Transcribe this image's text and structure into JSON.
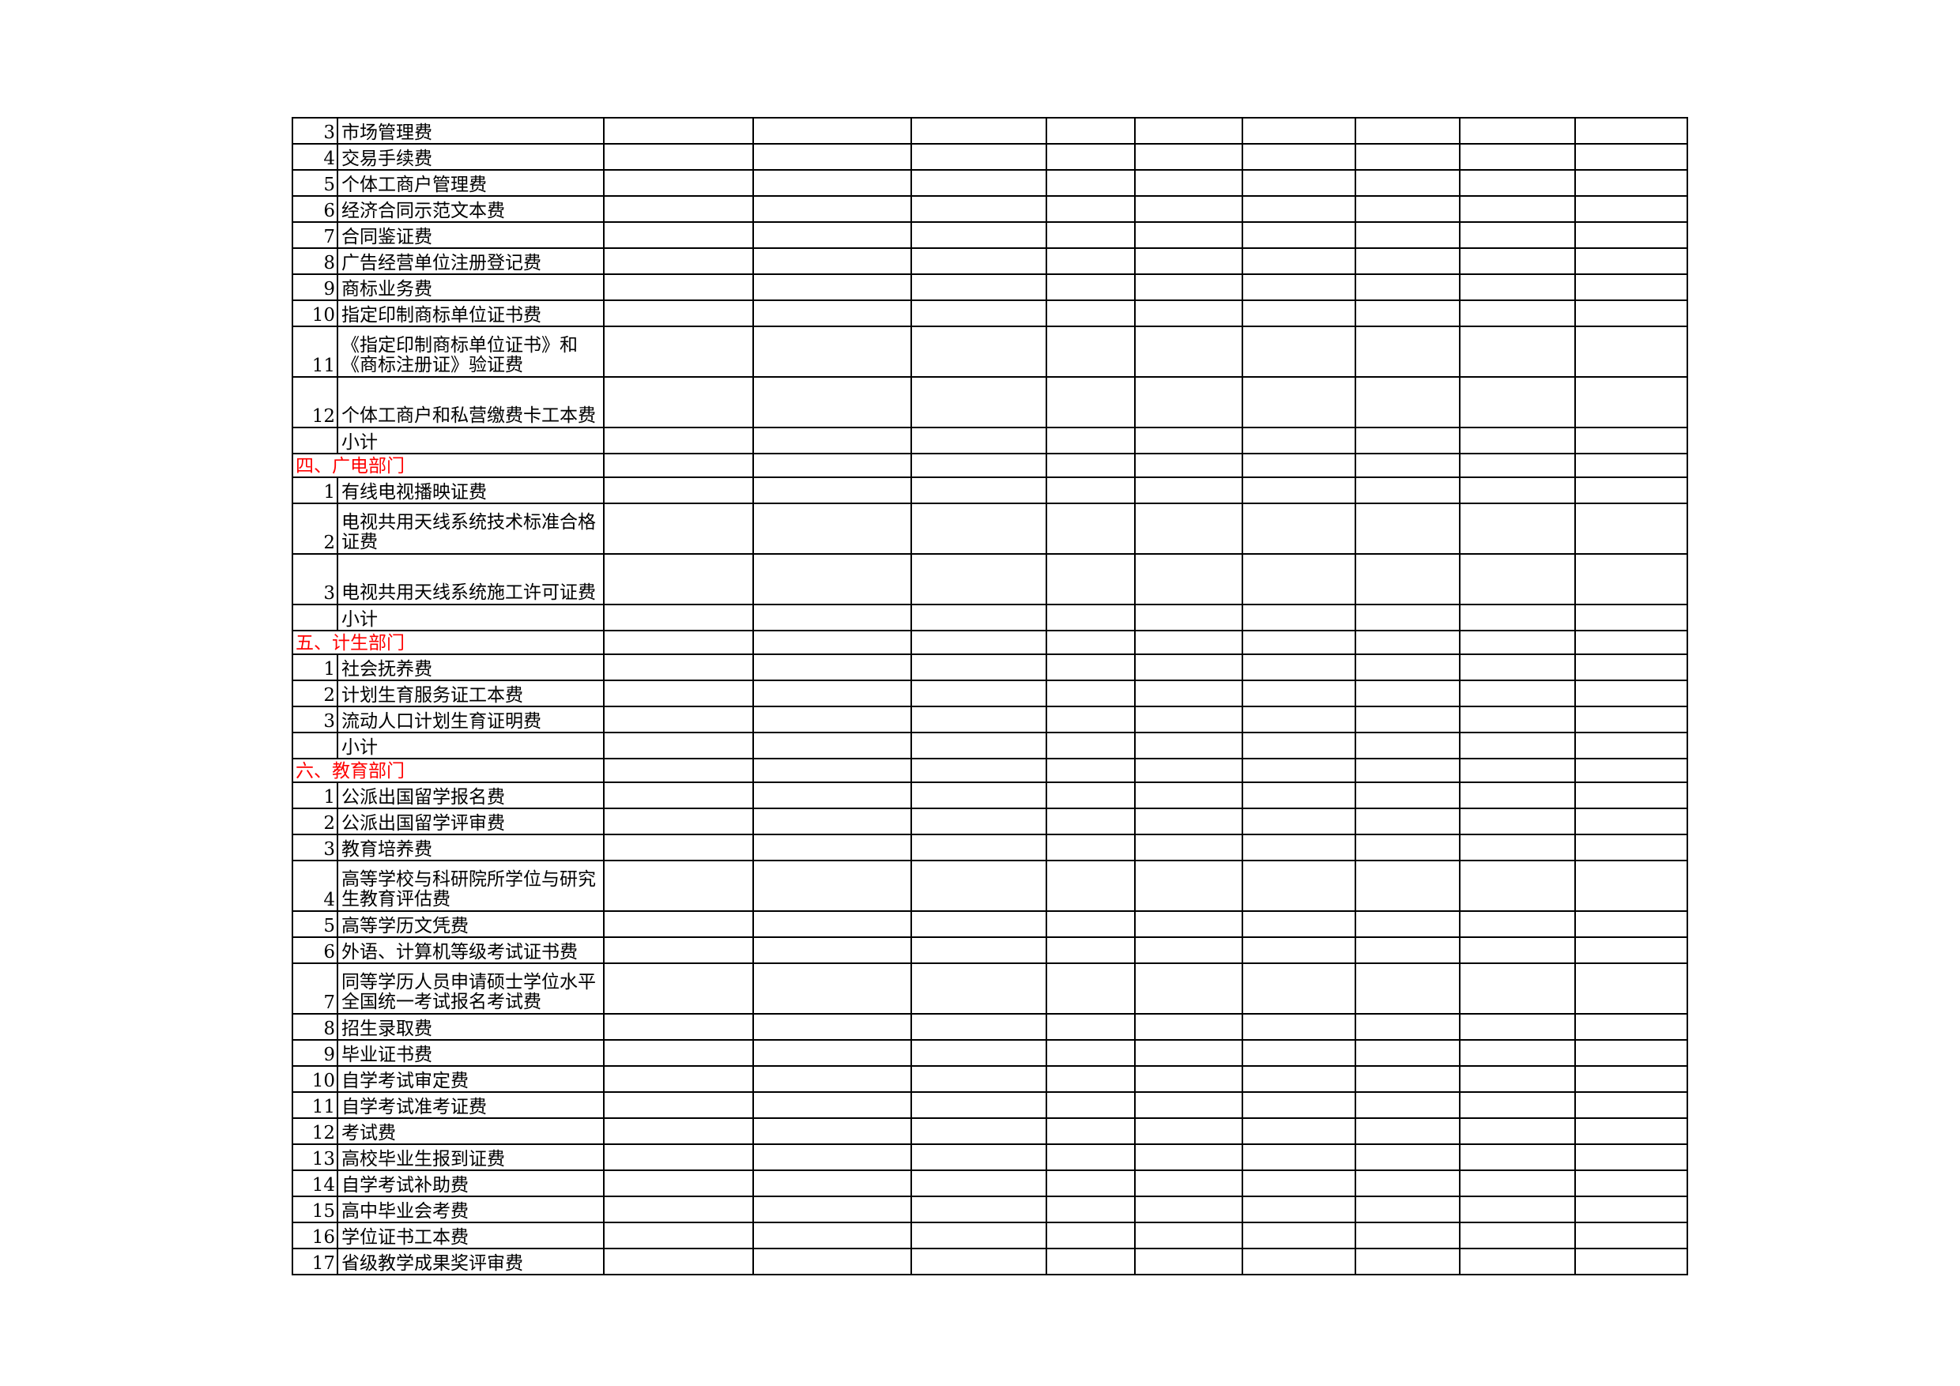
{
  "empty_column_count": 9,
  "rows": [
    {
      "type": "item",
      "no": "3",
      "name": "市场管理费"
    },
    {
      "type": "item",
      "no": "4",
      "name": "交易手续费"
    },
    {
      "type": "item",
      "no": "5",
      "name": "个体工商户管理费"
    },
    {
      "type": "item",
      "no": "6",
      "name": "经济合同示范文本费"
    },
    {
      "type": "item",
      "no": "7",
      "name": "合同鉴证费"
    },
    {
      "type": "item",
      "no": "8",
      "name": "广告经营单位注册登记费"
    },
    {
      "type": "item",
      "no": "9",
      "name": "商标业务费"
    },
    {
      "type": "item",
      "no": "10",
      "name": "指定印制商标单位证书费"
    },
    {
      "type": "item",
      "no": "11",
      "name": "《指定印制商标单位证书》和《商标注册证》验证费",
      "wrap": true
    },
    {
      "type": "item",
      "no": "12",
      "name": "个体工商户和私营缴费卡工本费",
      "wrap": true
    },
    {
      "type": "subtotal",
      "no": "",
      "name": "小计"
    },
    {
      "type": "section",
      "name": "四、广电部门"
    },
    {
      "type": "item",
      "no": "1",
      "name": "有线电视播映证费"
    },
    {
      "type": "item",
      "no": "2",
      "name": "电视共用天线系统技术标准合格证费",
      "wrap": true
    },
    {
      "type": "item",
      "no": "3",
      "name": "电视共用天线系统施工许可证费",
      "wrap": true
    },
    {
      "type": "subtotal",
      "no": "",
      "name": "小计"
    },
    {
      "type": "section",
      "name": "五、计生部门"
    },
    {
      "type": "item",
      "no": "1",
      "name": "社会抚养费"
    },
    {
      "type": "item",
      "no": "2",
      "name": "计划生育服务证工本费"
    },
    {
      "type": "item",
      "no": "3",
      "name": "流动人口计划生育证明费"
    },
    {
      "type": "subtotal",
      "no": "",
      "name": "小计"
    },
    {
      "type": "section",
      "name": "六、教育部门"
    },
    {
      "type": "item",
      "no": "1",
      "name": "公派出国留学报名费"
    },
    {
      "type": "item",
      "no": "2",
      "name": "公派出国留学评审费"
    },
    {
      "type": "item",
      "no": "3",
      "name": "教育培养费"
    },
    {
      "type": "item",
      "no": "4",
      "name": "高等学校与科研院所学位与研究生教育评估费",
      "wrap": true
    },
    {
      "type": "item",
      "no": "5",
      "name": "高等学历文凭费"
    },
    {
      "type": "item",
      "no": "6",
      "name": "外语、计算机等级考试证书费"
    },
    {
      "type": "item",
      "no": "7",
      "name": "同等学历人员申请硕士学位水平全国统一考试报名考试费",
      "wrap": true
    },
    {
      "type": "item",
      "no": "8",
      "name": "招生录取费"
    },
    {
      "type": "item",
      "no": "9",
      "name": "毕业证书费"
    },
    {
      "type": "item",
      "no": "10",
      "name": "自学考试审定费"
    },
    {
      "type": "item",
      "no": "11",
      "name": "自学考试准考证费"
    },
    {
      "type": "item",
      "no": "12",
      "name": "考试费"
    },
    {
      "type": "item",
      "no": "13",
      "name": "高校毕业生报到证费"
    },
    {
      "type": "item",
      "no": "14",
      "name": "自学考试补助费"
    },
    {
      "type": "item",
      "no": "15",
      "name": "高中毕业会考费"
    },
    {
      "type": "item",
      "no": "16",
      "name": "学位证书工本费"
    },
    {
      "type": "item",
      "no": "17",
      "name": "省级教学成果奖评审费"
    }
  ]
}
